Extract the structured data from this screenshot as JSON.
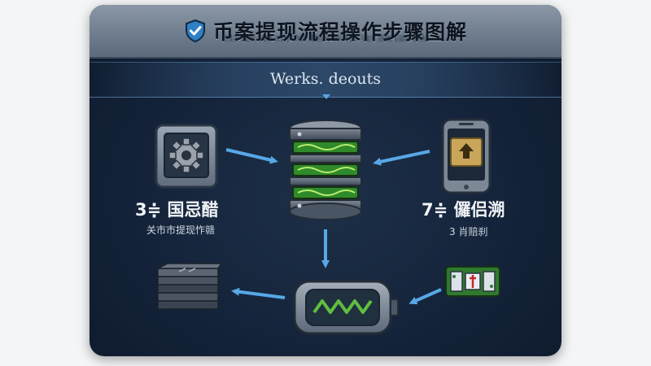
{
  "header": {
    "title": "币案提现流程操作步骤图解",
    "shield_icon": "shield-check-icon"
  },
  "subtitle": "Werks. deouts",
  "nodes": {
    "left": {
      "label": "3≑ 国忌醋",
      "sub": "关市市提现怍赣",
      "icon": "gear-tablet-icon"
    },
    "center": {
      "icon": "server-stack-icon"
    },
    "right": {
      "label": "7≑ 儸侣溯",
      "sub": "3 肖赔刹",
      "icon": "phone-upload-icon"
    },
    "bottom_left": {
      "icon": "stacked-layers-icon"
    },
    "bottom_center": {
      "icon": "battery-wave-icon"
    },
    "bottom_right": {
      "icon": "circuit-chip-icon"
    }
  },
  "colors": {
    "accent_blue": "#58a7e6",
    "accent_green": "#5fbf3e",
    "gold": "#c9a65a"
  }
}
